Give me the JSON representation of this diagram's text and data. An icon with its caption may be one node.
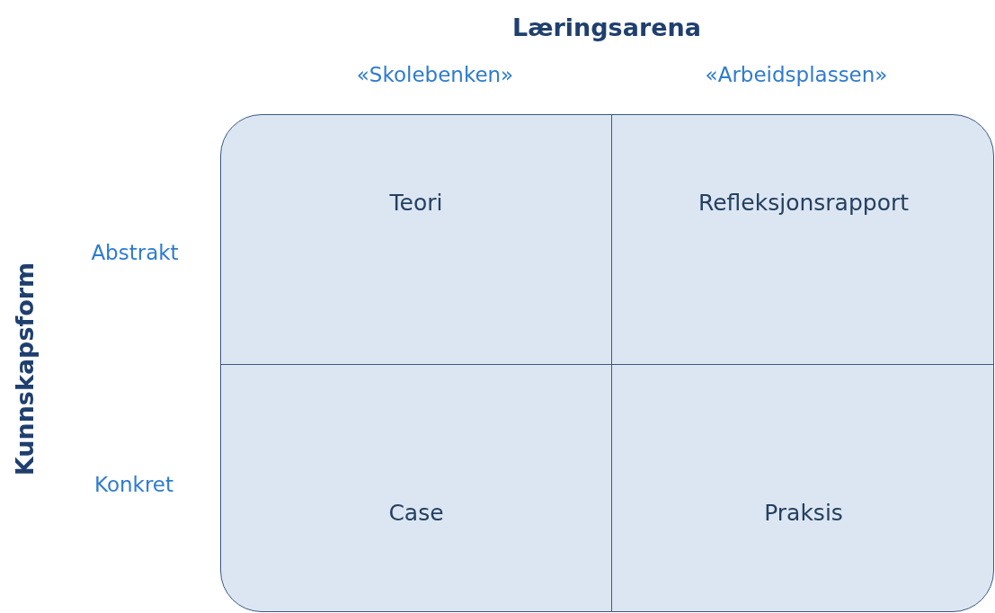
{
  "diagram": {
    "nodes": [
      {
        "text": [],
        "shape": "box"
      },
      {
        "text": [
          "Teori"
        ],
        "in": 0
      },
      {
        "text": [
          "Refleksjonsrapport"
        ],
        "in": 0
      },
      {
        "text": [
          "Case"
        ],
        "in": 0
      },
      {
        "text": [
          "Praksis"
        ],
        "in": 0
      }
    ],
    "labels": [
      "Læringsarena",
      "«Skolebenken»",
      "«Arbeidsplassen»",
      "Kunnskapsform",
      "Abstrakt",
      "Konkret"
    ]
  }
}
